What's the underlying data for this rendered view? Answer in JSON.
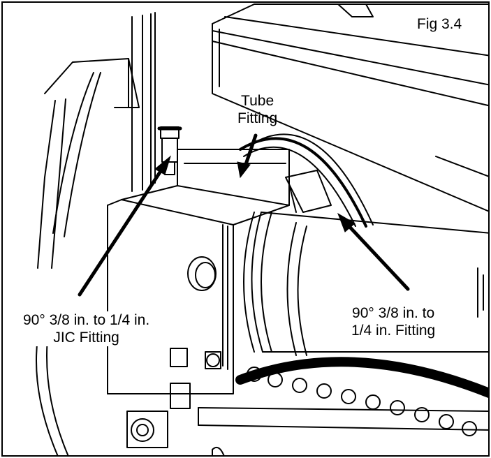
{
  "figure": {
    "number": "Fig 3.4",
    "callouts": {
      "tube_fitting": {
        "line1": "Tube",
        "line2": "Fitting"
      },
      "jic_fitting": {
        "line1": "90° 3/8 in. to 1/4 in.",
        "line2": "JIC Fitting"
      },
      "elbow_fitting": {
        "line1": "90° 3/8 in. to",
        "line2": "1/4 in. Fitting"
      }
    }
  }
}
